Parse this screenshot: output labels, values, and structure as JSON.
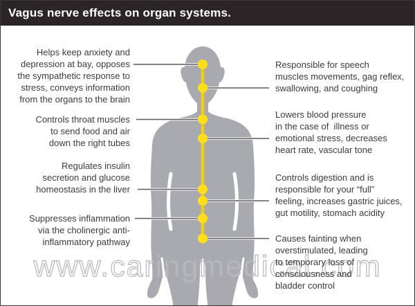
{
  "header": {
    "title": "Vagus nerve effects on organ systems."
  },
  "watermark": "www.caringmedical.com",
  "colors": {
    "header_bg": "#2B2528",
    "header_text": "#FFFFFF",
    "background": "#FFFFFF",
    "silhouette": "#A9A9B0",
    "nerve_line": "#F2CD0E",
    "nerve_node": "#FFDE1A",
    "connector": "#5A5A5C",
    "label_text": "#3B3B3C"
  },
  "labels": {
    "left": [
      "Helps keep anxiety and\ndepression at bay, opposes\nthe sympathetic response to\nstress, conveys information\nfrom the organs to the brain",
      "Controls throat muscles\nto send food and air\ndown the right tubes",
      "Regulates insulin\nsecretion and glucose\nhomeostasis in the liver",
      "Suppresses inflammation\nvia the cholinergic anti-\ninflammatory pathway"
    ],
    "right": [
      "Responsible for speech\nmuscles movements, gag reflex,\nswallowing, and coughing",
      "Lowers blood pressure\nin the case of  illness or\nemotional stress, decreases\nheart rate, vascular tone",
      "Controls digestion and is\nresponsible for your “full”\nfeeling, increases gastric juices,\ngut motility, stomach acidity",
      "Causes fainting when\noverstimulated, leading\nto temporary loss of\nconsciousness and\nbladder control"
    ]
  }
}
